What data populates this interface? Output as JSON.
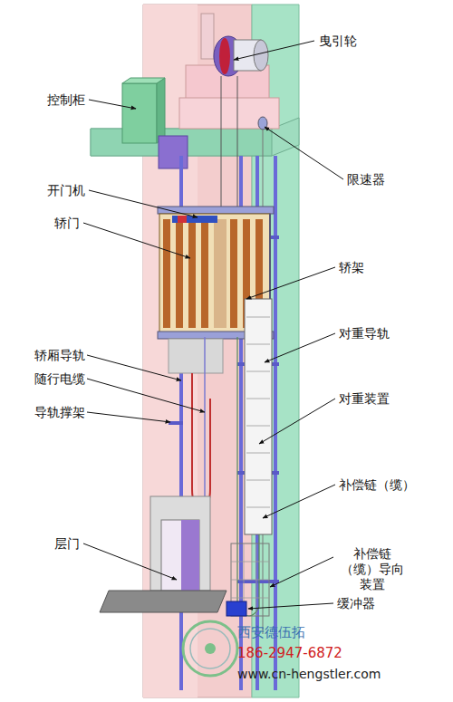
{
  "diagram": {
    "labels": [
      "曳引轮",
      "控制柜",
      "限速器",
      "开门机",
      "轿门",
      "轿架",
      "对重导轨",
      "轿厢导轨",
      "随行电缆",
      "导轨撑架",
      "对重装置",
      "补偿链（缆）",
      "层门",
      "补偿链 （缆）导向 装置",
      "缓冲器",
      "西安德伍拓",
      "186-2947-6872",
      "www.cn-hengstler.com"
    ]
  }
}
